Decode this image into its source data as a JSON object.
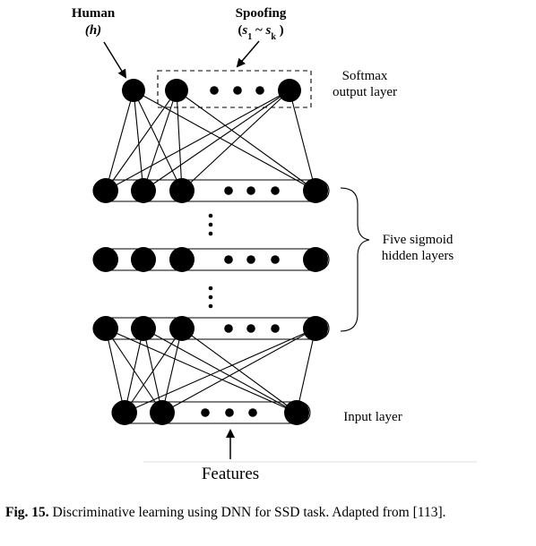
{
  "diagram": {
    "labels": {
      "human_title": "Human",
      "human_symbol": "(h)",
      "spoofing_title": "Spoofing",
      "spoofing_open": "(",
      "spoofing_s1": "s",
      "spoofing_s1_sub": "1",
      "spoofing_tilde": " ~ ",
      "spoofing_sk": "s",
      "spoofing_sk_sub": "k",
      "spoofing_close": " )",
      "softmax_line1": "Softmax",
      "softmax_line2": "output layer",
      "hidden_line1": "Five sigmoid",
      "hidden_line2": "hidden layers",
      "input_layer": "Input layer",
      "features": "Features"
    }
  },
  "caption": {
    "label": "Fig. 15.",
    "text": " Discriminative learning using DNN for SSD task. Adapted from [113]."
  }
}
